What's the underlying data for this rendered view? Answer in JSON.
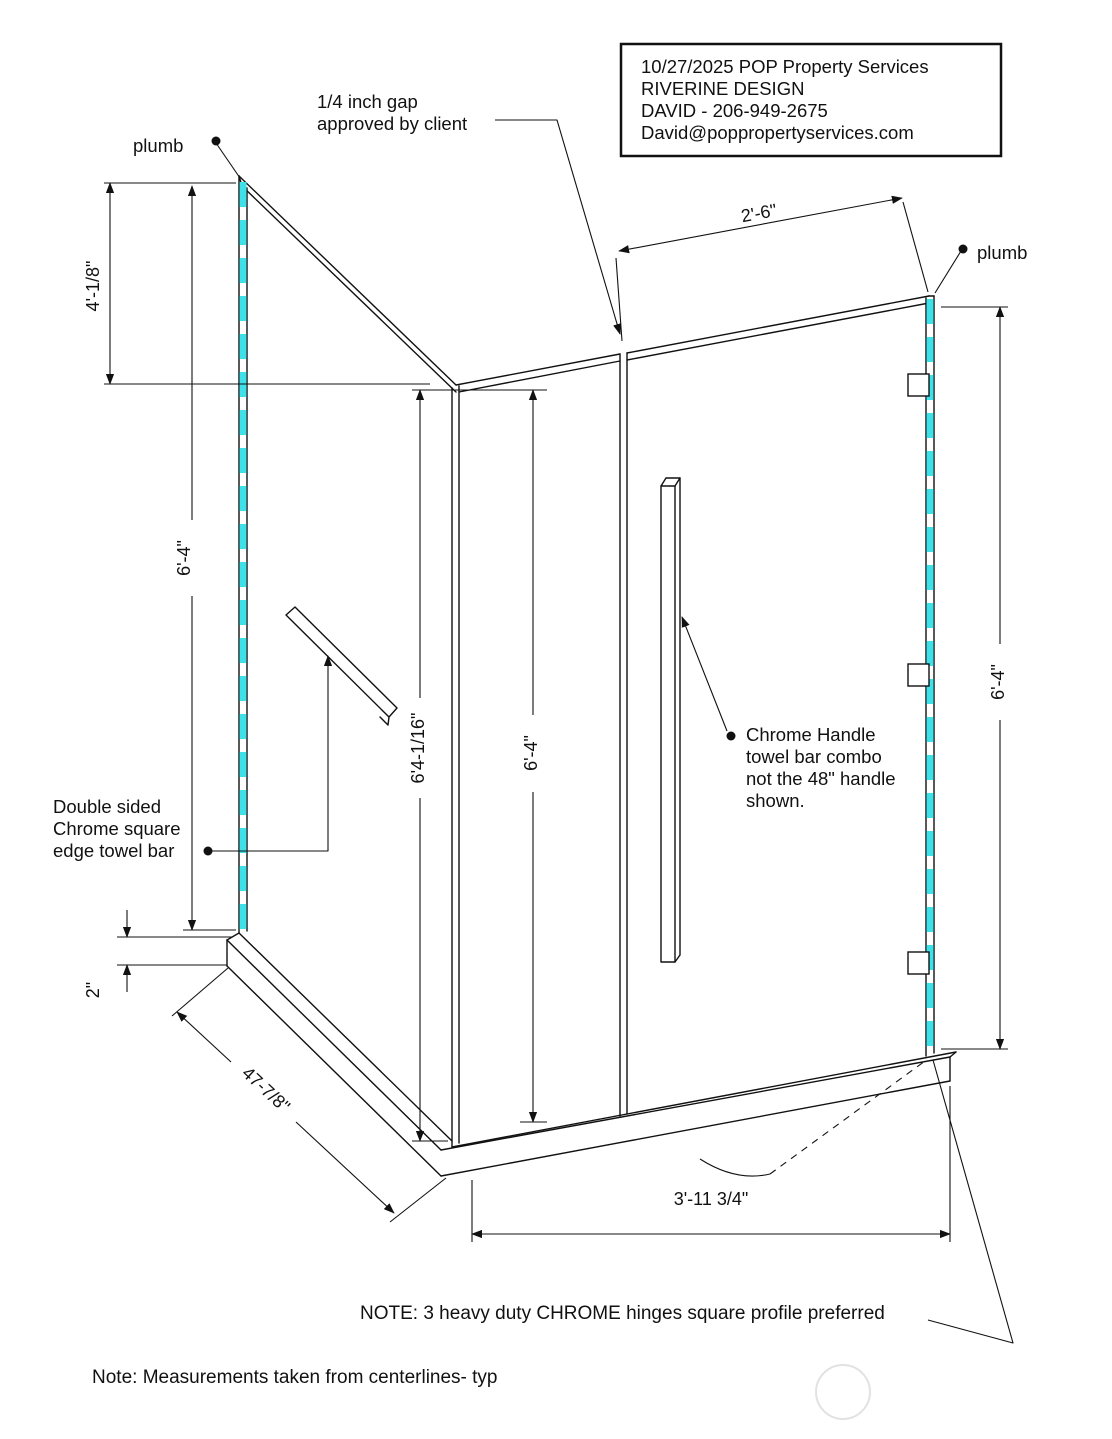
{
  "title_block": {
    "line1": "10/27/2025 POP Property Services",
    "line2": "RIVERINE DESIGN",
    "line3": "DAVID - 206-949-2675",
    "line4": "David@poppropertyservices.com"
  },
  "callouts": {
    "plumb_left": "plumb",
    "plumb_right": "plumb",
    "gap_line1": "1/4 inch gap",
    "gap_line2": "approved by client",
    "handle_line1": "Chrome Handle",
    "handle_line2": "towel bar combo",
    "handle_line3": "not the 48\" handle",
    "handle_line4": "shown.",
    "towelbar_line1": "Double sided",
    "towelbar_line2": "Chrome square",
    "towelbar_line3": "edge towel bar"
  },
  "dimensions": {
    "left_panel_top_drop": "4'-1/8\"",
    "left_edge_height": "6'-4\"",
    "corner_height": "6'4-1/16\"",
    "fixed_panel_height": "6'-4\"",
    "door_height": "6'-4\"",
    "door_width": "2'-6\"",
    "curb_height": "2\"",
    "left_return_depth": "47-7/8\"",
    "front_width": "3'-11 3/4\""
  },
  "notes": {
    "hinges": "NOTE: 3 heavy duty CHROME hinges square profile preferred",
    "centerlines": "Note: Measurements taken from centerlines- typ"
  },
  "colors": {
    "plumb_line": "#40E0E8",
    "ink": "#111111"
  }
}
